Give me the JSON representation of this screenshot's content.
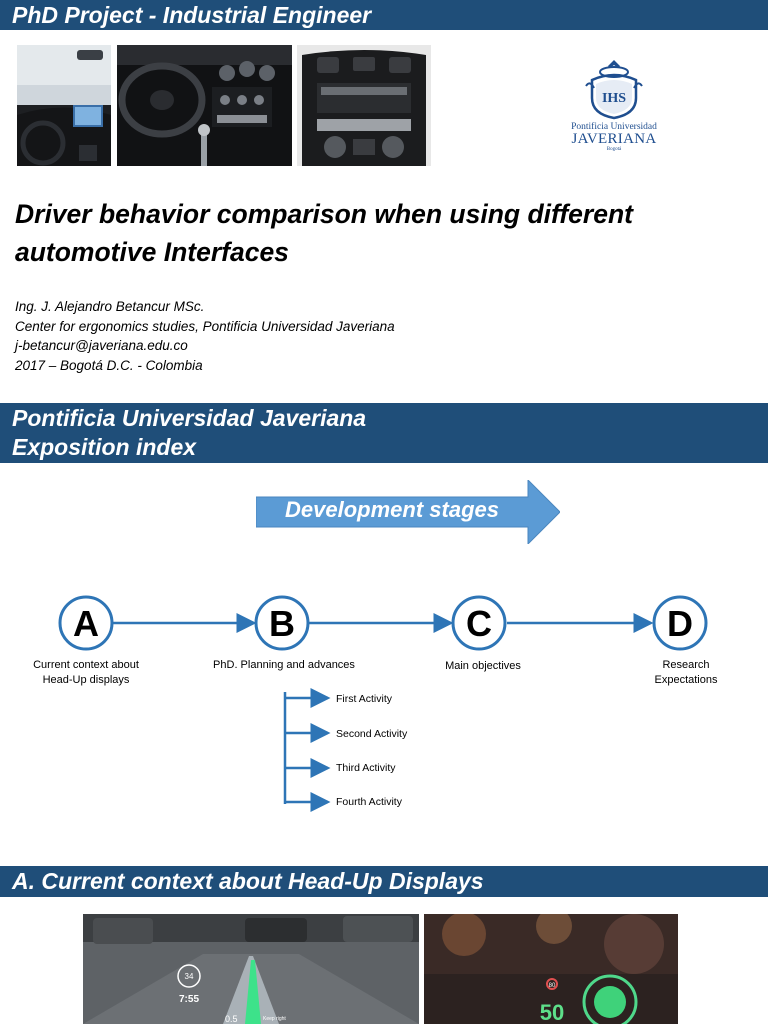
{
  "header": {
    "title": "PhD Project - Industrial Engineer"
  },
  "logo": {
    "line1": "Pontificia Universidad",
    "line2": "JAVERIANA",
    "line3": "Bogotá"
  },
  "title": {
    "line1": "Driver behavior comparison when using different",
    "line2": "automotive Interfaces"
  },
  "author": {
    "name": "Ing. J. Alejandro Betancur MSc.",
    "affiliation": "Center for ergonomics studies, Pontificia Universidad Javeriana",
    "email": "j-betancur@javeriana.edu.co",
    "date_place": "2017 – Bogotá D.C. - Colombia"
  },
  "section2": {
    "line1": "Pontificia Universidad Javeriana",
    "line2": "Exposition index"
  },
  "dev_stages": {
    "label": "Development stages"
  },
  "stages": [
    {
      "letter": "A",
      "label_line1": "Current context about",
      "label_line2": "Head-Up displays"
    },
    {
      "letter": "B",
      "label_line1": "PhD. Planning and advances",
      "label_line2": ""
    },
    {
      "letter": "C",
      "label_line1": "Main objectives",
      "label_line2": ""
    },
    {
      "letter": "D",
      "label_line1": "Research",
      "label_line2": "Expectations"
    }
  ],
  "activities": [
    "First Activity",
    "Second Activity",
    "Third Activity",
    "Fourth Activity"
  ],
  "section3": {
    "title": "A. Current context about Head-Up Displays"
  },
  "hud": {
    "speed1_small": "34",
    "time": "7:55",
    "dist": "0.5",
    "hint": "Keep right",
    "speed_limit": "80",
    "speed": "50"
  },
  "colors": {
    "header_blue": "#1f4e79",
    "arrow_blue": "#5b9bd5",
    "line_blue": "#2e75b6"
  }
}
